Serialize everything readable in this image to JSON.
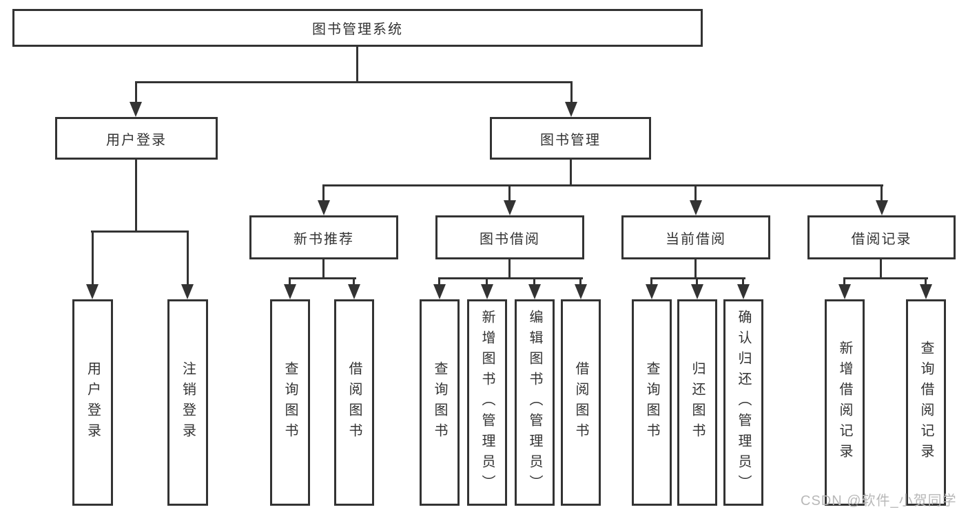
{
  "title": "图书管理系统",
  "tree": {
    "root": {
      "label": "图书管理系统"
    },
    "branches": [
      {
        "label": "用户登录",
        "children": [
          {
            "label": "用户登录"
          },
          {
            "label": "注销登录"
          }
        ]
      },
      {
        "label": "图书管理",
        "children": [
          {
            "label": "新书推荐",
            "children": [
              {
                "label": "查询图书"
              },
              {
                "label": "借阅图书"
              }
            ]
          },
          {
            "label": "图书借阅",
            "children": [
              {
                "label": "查询图书"
              },
              {
                "label": "新增图书（管理员）"
              },
              {
                "label": "编辑图书（管理员）"
              },
              {
                "label": "借阅图书"
              }
            ]
          },
          {
            "label": "当前借阅",
            "children": [
              {
                "label": "查询图书"
              },
              {
                "label": "归还图书"
              },
              {
                "label": "确认归还（管理员）"
              }
            ]
          },
          {
            "label": "借阅记录",
            "children": [
              {
                "label": "新增借阅记录"
              },
              {
                "label": "查询借阅记录"
              }
            ]
          }
        ]
      }
    ]
  },
  "watermark": {
    "text": "CSDN @软件_小贺同学"
  },
  "colors": {
    "line": "#333333",
    "text": "#333333",
    "background": "#ffffff",
    "watermark": "#b8b8b8"
  }
}
